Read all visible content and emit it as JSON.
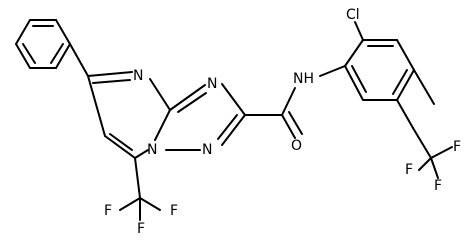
{
  "image_type": "chemical structure diagram",
  "atoms": {
    "n_pyrimidine": "N",
    "n_triazole_upper": "N",
    "n_triazole_bridge": "N",
    "n_triazole_lower": "N",
    "amide_nh": "NH",
    "amide_o": "O",
    "cl": "Cl",
    "cf3_bottom_f1": "F",
    "cf3_bottom_f2": "F",
    "cf3_bottom_f3": "F",
    "cf3_right_f1": "F",
    "cf3_right_f2": "F",
    "cf3_right_f3": "F"
  },
  "colors": {
    "bond": "#000000",
    "label": "#000000",
    "background": "#ffffff"
  }
}
